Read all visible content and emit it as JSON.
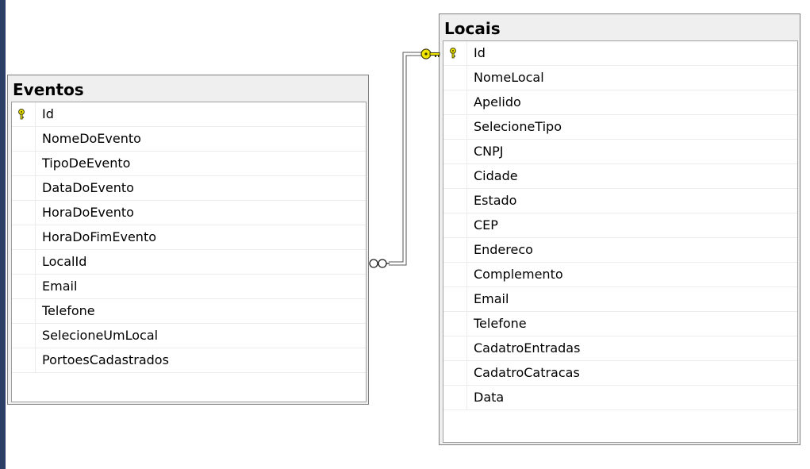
{
  "diagram": {
    "colors": {
      "background": "#ffffff",
      "table_header": "#efefef",
      "border": "#7f7f7f",
      "key": "#f2e600"
    },
    "tables": {
      "eventos": {
        "title": "Eventos",
        "primary_key_icon": "key-icon",
        "columns": [
          "Id",
          "NomeDoEvento",
          "TipoDeEvento",
          "DataDoEvento",
          "HoraDoEvento",
          "HoraDoFimEvento",
          "LocalId",
          "Email",
          "Telefone",
          "SelecioneUmLocal",
          "PortoesCadastrados"
        ]
      },
      "locais": {
        "title": "Locais",
        "primary_key_icon": "key-icon",
        "columns": [
          "Id",
          "NomeLocal",
          "Apelido",
          "SelecioneTipo",
          "CNPJ",
          "Cidade",
          "Estado",
          "CEP",
          "Endereco",
          "Complemento",
          "Email",
          "Telefone",
          "CadatroEntradas",
          "CadatroCatracas",
          "Data"
        ]
      }
    },
    "relationship": {
      "from": "Eventos.LocalId",
      "to": "Locais.Id",
      "from_end": "infinity-icon",
      "to_end": "key-icon"
    }
  }
}
